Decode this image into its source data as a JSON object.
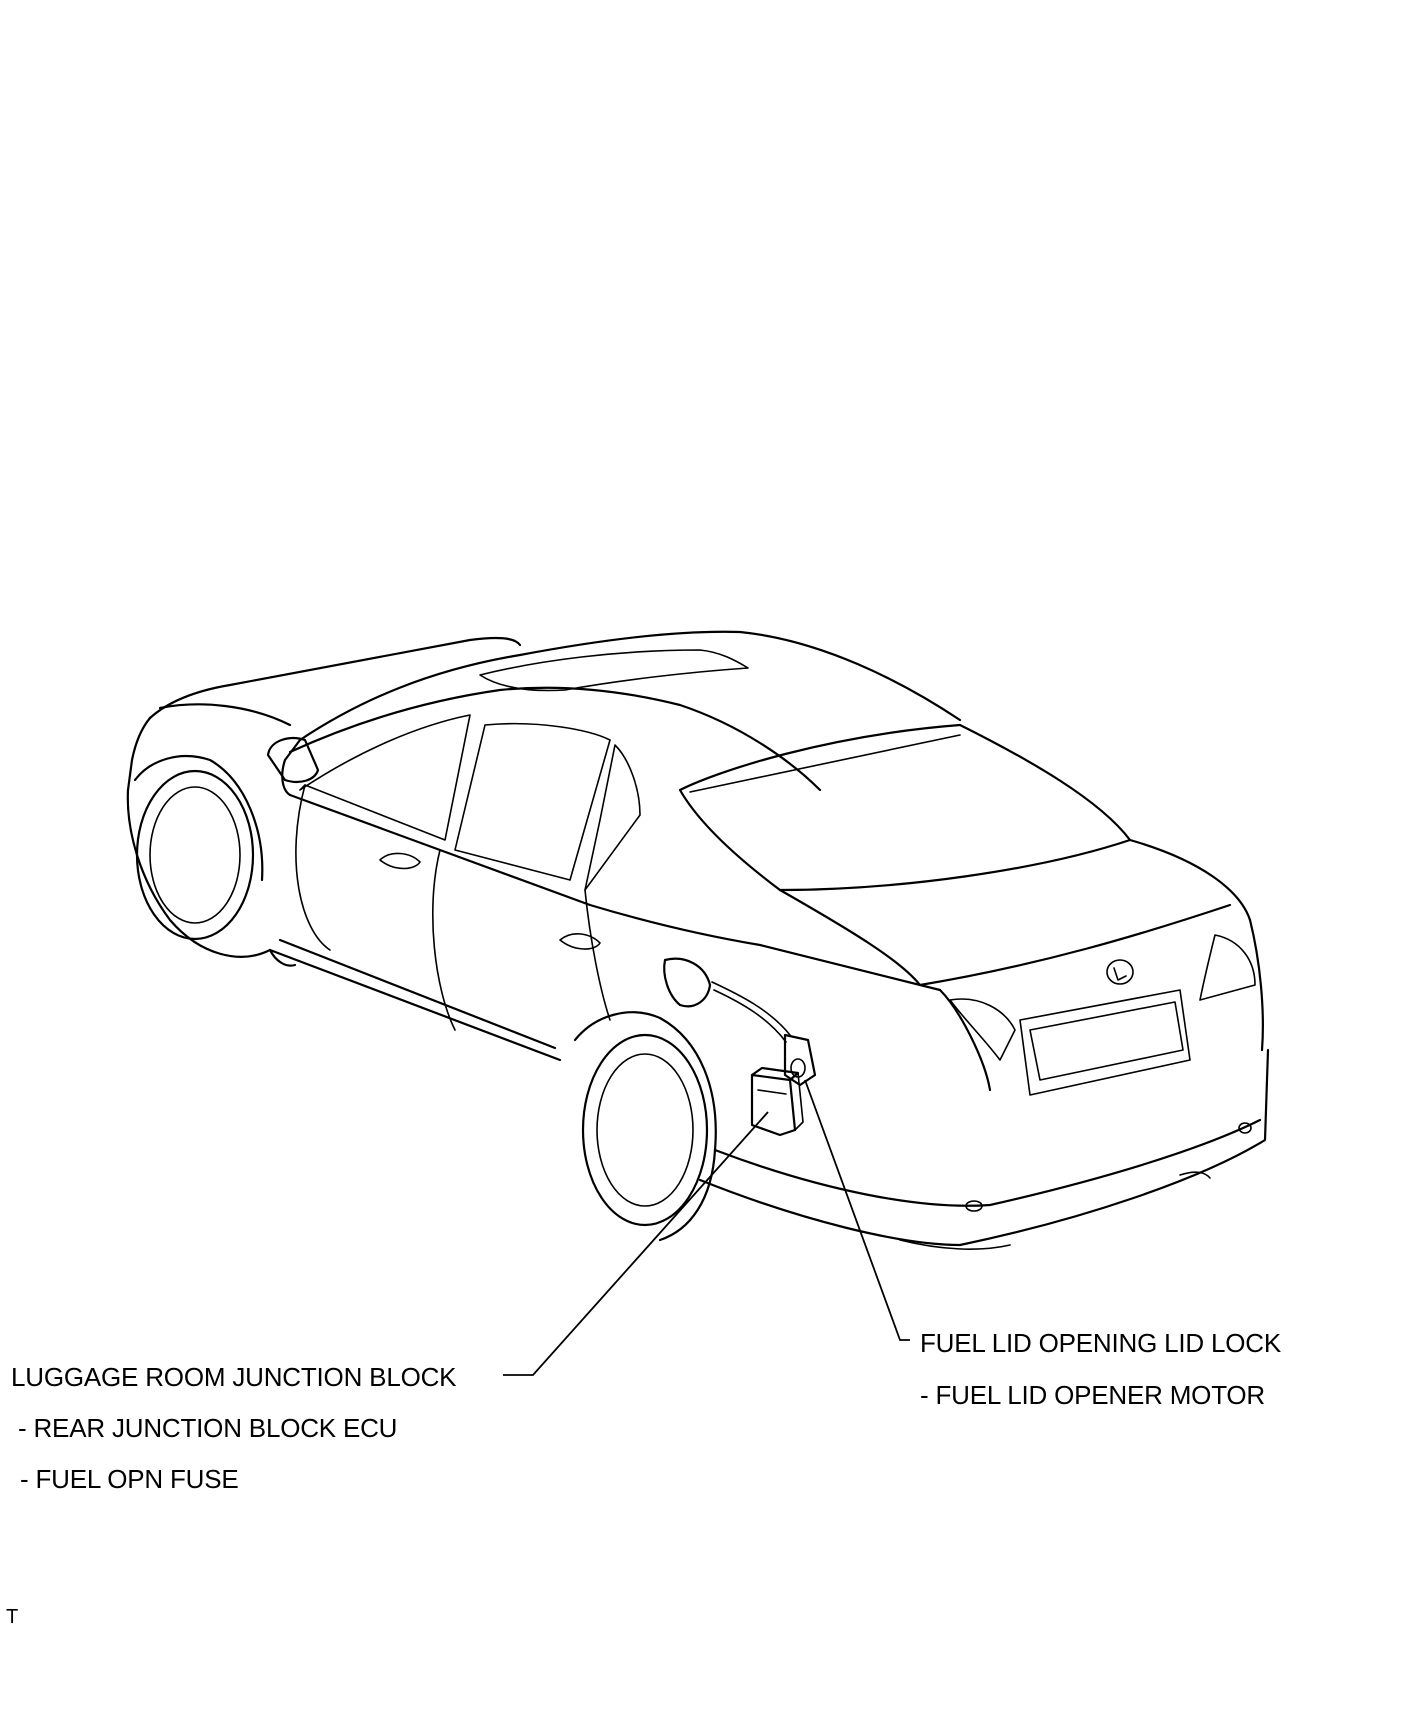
{
  "labels": {
    "left_group": {
      "title": "LUGGAGE ROOM JUNCTION BLOCK",
      "sub1": "- REAR JUNCTION BLOCK ECU",
      "sub2": "- FUEL OPN FUSE"
    },
    "right_group": {
      "title": "FUEL LID OPENING LID LOCK",
      "sub1": "- FUEL LID OPENER MOTOR"
    }
  },
  "footer_mark": "T"
}
